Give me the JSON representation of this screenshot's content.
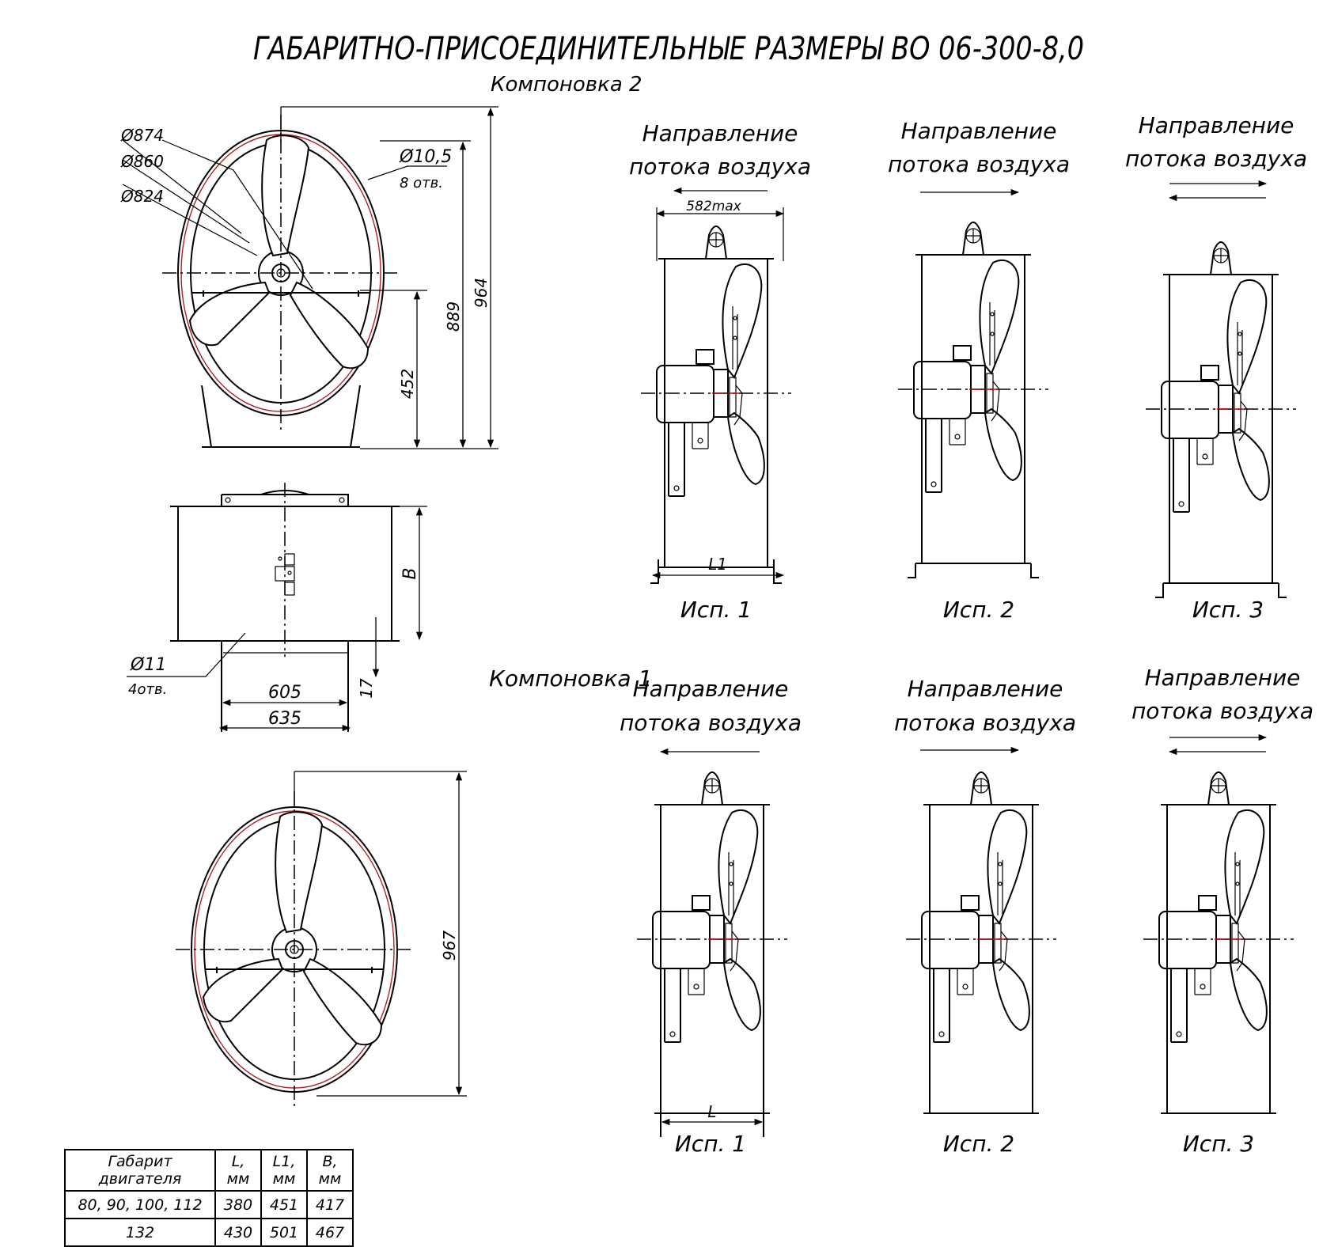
{
  "title": "ГАБАРИТНО-ПРИСОЕДИНИТЕЛЬНЫЕ РАЗМЕРЫ ВО 06-300-8,0",
  "layout2_label": "Компоновка 2",
  "layout1_label": "Компоновка 1",
  "airflow_label_line1": "Направление",
  "airflow_label_line2": "потока воздуха",
  "dimensions": {
    "d874": "Ø874",
    "d860": "Ø860",
    "d824": "Ø824",
    "d10_5": "Ø10,5",
    "holes8": "8 отв.",
    "h889": "889",
    "h964": "964",
    "h452": "452",
    "b": "B",
    "d11": "Ø11",
    "holes4": "4отв.",
    "w605": "605",
    "w635": "635",
    "h17": "17",
    "h967": "967",
    "max582": "582max",
    "l1": "L1",
    "l": "L"
  },
  "variants": {
    "top": [
      "Исп. 1",
      "Исп. 2",
      "Исп. 3"
    ],
    "bottom": [
      "Исп. 1",
      "Исп. 2",
      "Исп. 3"
    ]
  },
  "table": {
    "headers": [
      "Габарит двигателя",
      "L, мм",
      "L1, мм",
      "B, мм"
    ],
    "rows": [
      [
        "80, 90, 100, 112",
        "380",
        "451",
        "417"
      ],
      [
        "132",
        "430",
        "501",
        "467"
      ]
    ]
  }
}
